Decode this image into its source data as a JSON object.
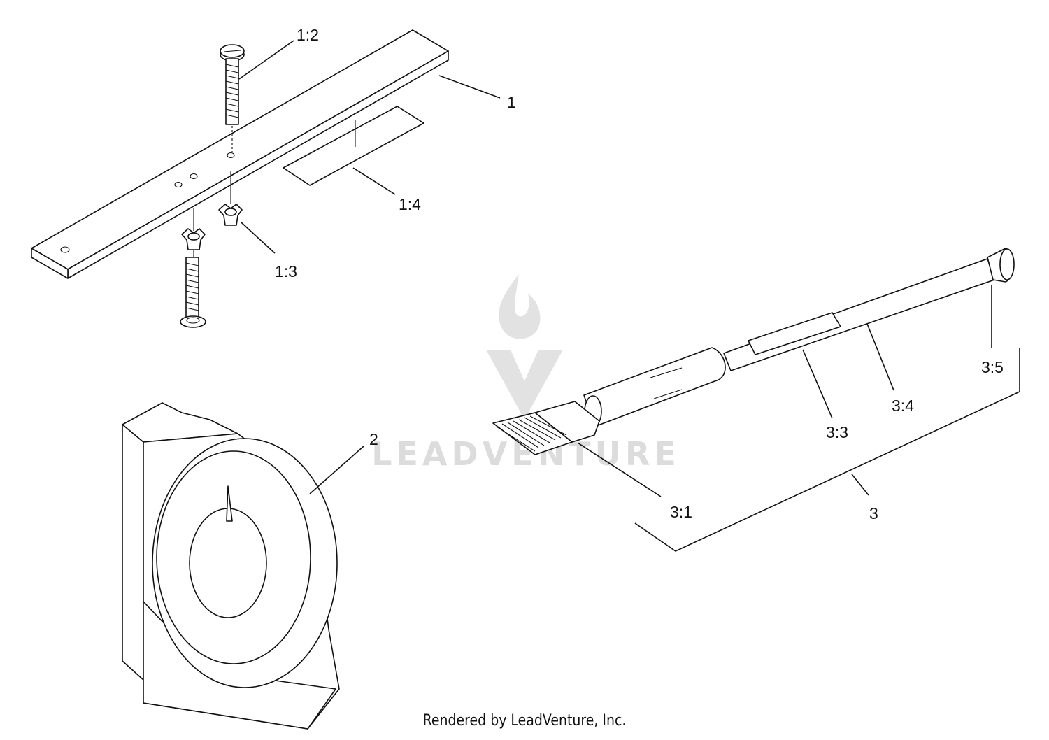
{
  "callouts": {
    "c1": "1",
    "c1_2": "1:2",
    "c1_3": "1:3",
    "c1_4": "1:4",
    "c2": "2",
    "c3": "3",
    "c3_1": "3:1",
    "c3_3": "3:3",
    "c3_4": "3:4",
    "c3_5": "3:5"
  },
  "watermark": {
    "text": "LEADVENTURE",
    "color": "#dcdcdc"
  },
  "footer": {
    "text": "Rendered by LeadVenture, Inc."
  },
  "colors": {
    "line": "#111111",
    "background": "#ffffff"
  }
}
